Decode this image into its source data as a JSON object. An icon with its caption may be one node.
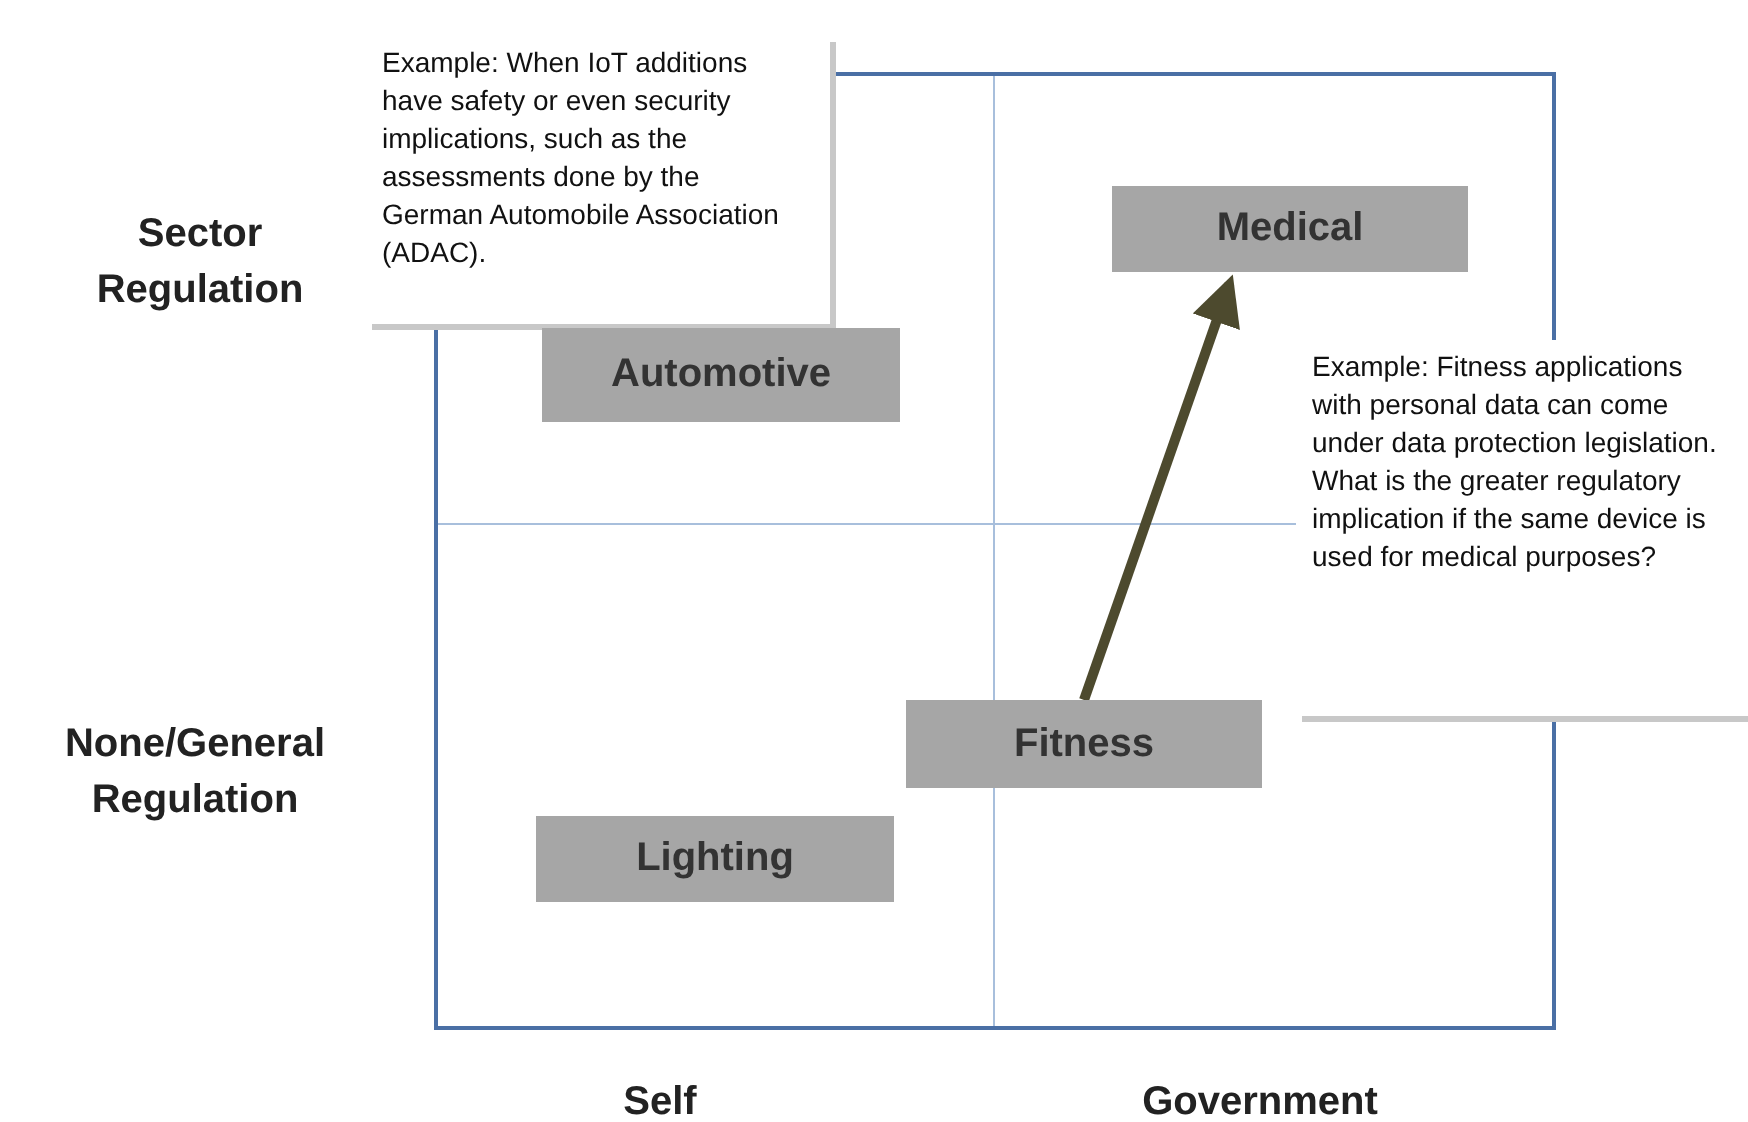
{
  "diagram": {
    "nodes": [
      {
        "text": [
          "Example: When IoT additions have safety or even security implications, such as the assessments done by the German Automobile Association (ADAC)."
        ]
      },
      {
        "text": [
          "Medical"
        ]
      },
      {
        "text": [
          "Automotive"
        ]
      },
      {
        "text": [
          "Example: Fitness applications with personal data can come under data protection legislation. What is the greater regulatory implication if the same device is used for medical purposes?"
        ]
      },
      {
        "text": [
          "Fitness"
        ]
      },
      {
        "text": [
          "Lighting"
        ]
      }
    ],
    "edges": [
      {
        "from": 4,
        "to": 1,
        "arrow": "to"
      }
    ],
    "labels": [
      "Sector Regulation",
      "None/General Regulation",
      "Self",
      "Government"
    ]
  }
}
